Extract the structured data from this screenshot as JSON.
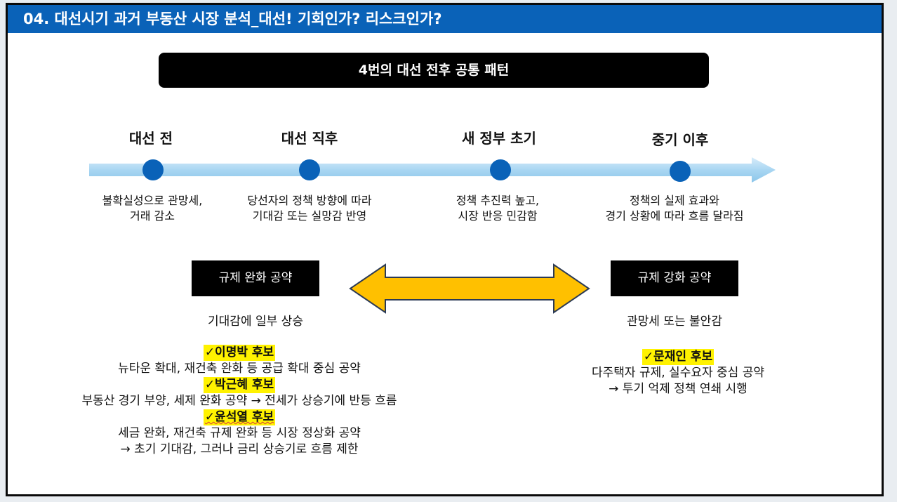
{
  "title": "04. 대선시기 과거 부동산 시장 분석_대선! 기회인가? 리스크인가?",
  "pattern_title": "4번의 대선 전후 공통 패턴",
  "stages": [
    {
      "title": "대선 전",
      "desc": [
        "불확실성으로 관망세,",
        "거래 감소"
      ]
    },
    {
      "title": "대선 직후",
      "desc": [
        "당선자의 정책 방향에 따라",
        "기대감 또는 실망감 반영"
      ]
    },
    {
      "title": "새 정부 초기",
      "desc": [
        "정책 추진력 높고,",
        "시장 반응 민감함"
      ]
    },
    {
      "title": "중기 이후",
      "desc": [
        "정책의 실제 효과와",
        "경기 상황에 따라 흐름 달라짐"
      ]
    }
  ],
  "colors": {
    "title_bar": "#0a62b8",
    "timeline_dot": "#0a62b8",
    "timeline_arrow": "#a9d6f2",
    "double_arrow_fill": "#ffc000",
    "double_arrow_stroke": "#2b3a55",
    "highlight": "#fff200"
  },
  "left": {
    "label": "규제 완화 공약",
    "sub": "기대감에 일부 상승",
    "candidates": [
      {
        "name": "✓이명박 후보",
        "lines": [
          "뉴타운 확대, 재건축 완화 등 공급 확대 중심 공약"
        ]
      },
      {
        "name": "✓박근혜 후보",
        "lines": [
          "부동산 경기 부양, 세제 완화 공약 → 전세가 상승기에 반등 흐름"
        ]
      },
      {
        "name": "✓윤석열 후보",
        "lines": [
          "세금 완화, 재건축 규제 완화 등 시장 정상화 공약",
          "→ 초기 기대감, 그러나 금리 상승기로 흐름 제한"
        ]
      }
    ]
  },
  "right": {
    "label": "규제 강화 공약",
    "sub": "관망세 또는 불안감",
    "candidates": [
      {
        "name": "✓문재인 후보",
        "lines": [
          "다주택자 규제, 실수요자 중심 공약",
          "→ 투기 억제 정책 연쇄 시행"
        ]
      }
    ]
  }
}
